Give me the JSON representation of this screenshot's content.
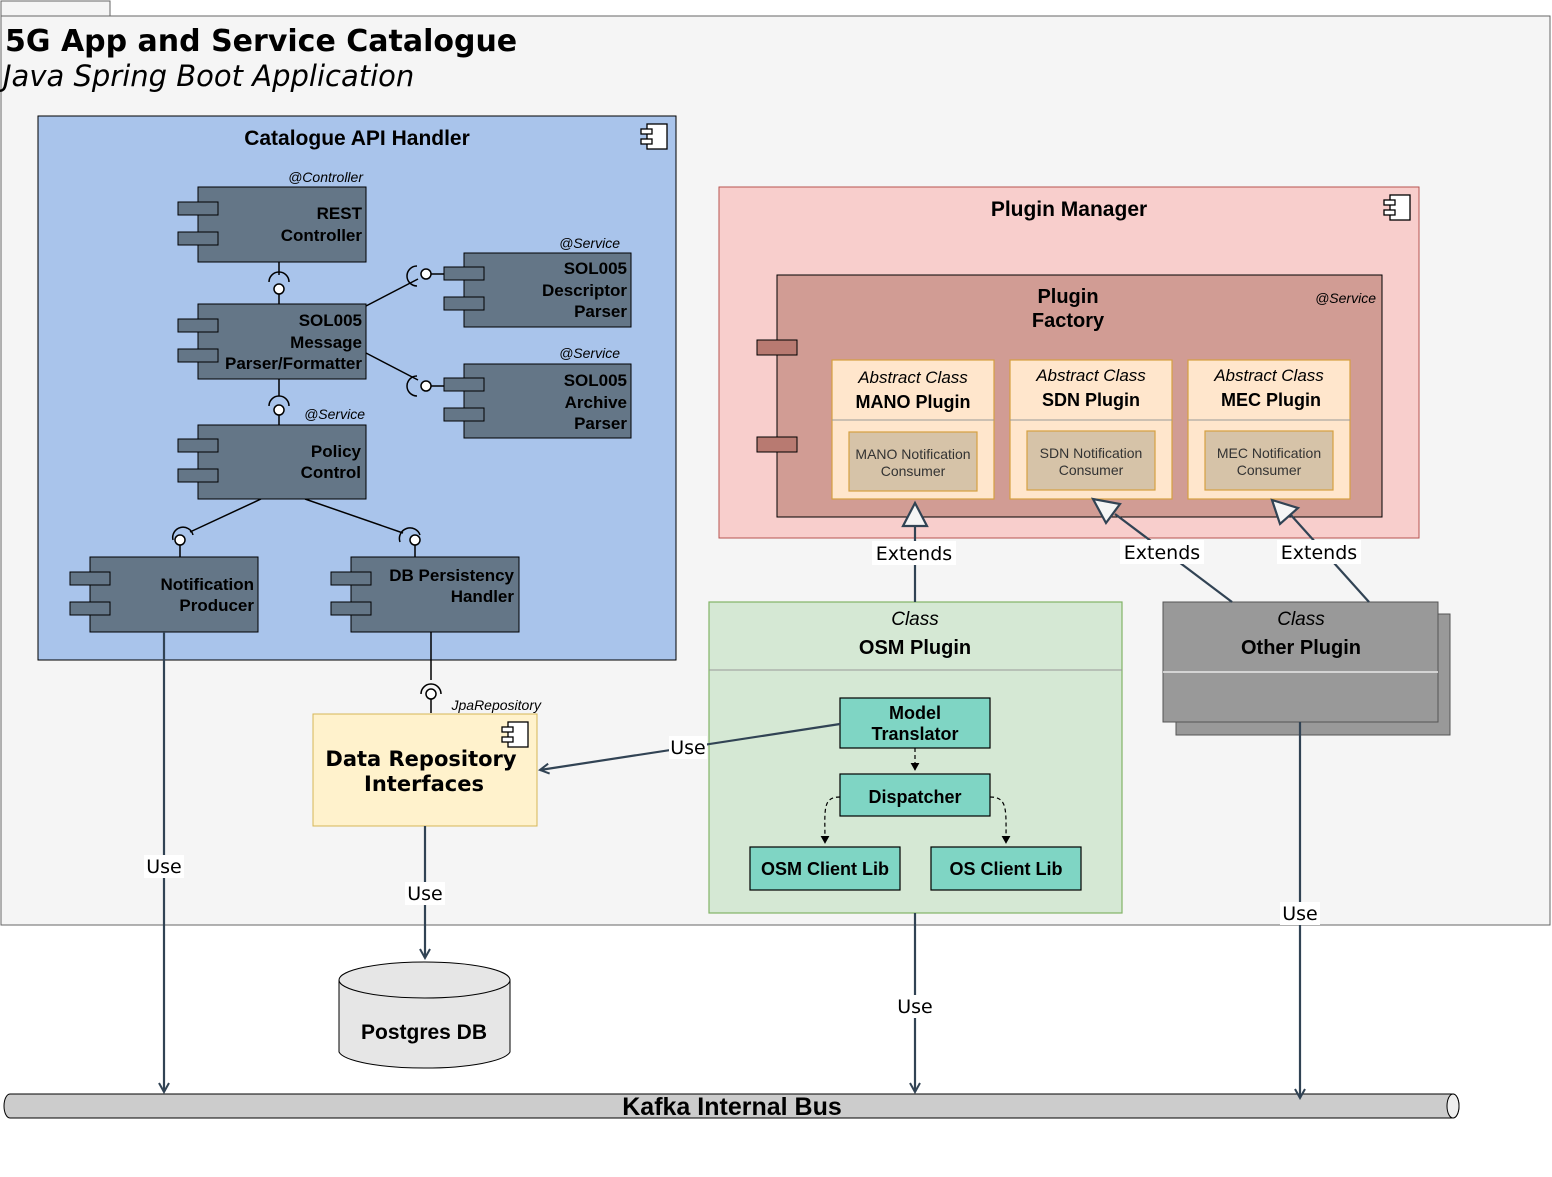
{
  "app": {
    "title": "5G App and Service Catalogue",
    "subtitle": "Java Spring Boot Application"
  },
  "api_handler": {
    "title": "Catalogue API Handler",
    "rest": {
      "stereotype": "@Controller",
      "line1": "REST",
      "line2": "Controller"
    },
    "parser": {
      "line1": "SOL005",
      "line2": "Message",
      "line3": "Parser/Formatter"
    },
    "descriptor": {
      "stereotype": "@Service",
      "line1": "SOL005",
      "line2": "Descriptor",
      "line3": "Parser"
    },
    "archive": {
      "stereotype": "@Service",
      "line1": "SOL005",
      "line2": "Archive",
      "line3": "Parser"
    },
    "policy": {
      "stereotype": "@Service",
      "line1": "Policy",
      "line2": "Control"
    },
    "notification": {
      "line1": "Notification",
      "line2": "Producer"
    },
    "db_handler": {
      "line1": "DB Persistency",
      "line2": "Handler"
    }
  },
  "plugin_manager": {
    "title": "Plugin Manager",
    "factory": {
      "line1": "Plugin",
      "line2": "Factory",
      "stereotype": "@Service"
    },
    "mano": {
      "kind": "Abstract Class",
      "name": "MANO Plugin",
      "consumer1": "MANO Notification",
      "consumer2": "Consumer"
    },
    "sdn": {
      "kind": "Abstract Class",
      "name": "SDN Plugin",
      "consumer1": "SDN Notification",
      "consumer2": "Consumer"
    },
    "mec": {
      "kind": "Abstract Class",
      "name": "MEC Plugin",
      "consumer1": "MEC Notification",
      "consumer2": "Consumer"
    }
  },
  "osm_plugin": {
    "kind": "Class",
    "name": "OSM Plugin",
    "model_translator1": "Model",
    "model_translator2": "Translator",
    "dispatcher": "Dispatcher",
    "osm_client": "OSM Client Lib",
    "os_client": "OS Client Lib"
  },
  "other_plugin": {
    "kind": "Class",
    "name": "Other Plugin"
  },
  "data_repo": {
    "stereotype": "JpaRepository",
    "line1": "Data Repository",
    "line2": "Interfaces"
  },
  "postgres": {
    "label": "Postgres DB"
  },
  "kafka": {
    "label": "Kafka Internal Bus"
  },
  "edges": {
    "extends_mano": "Extends",
    "extends_sdn": "Extends",
    "extends_mec": "Extends",
    "use_repo": "Use",
    "use_notif": "Use",
    "use_db": "Use",
    "use_osm": "Use",
    "use_other": "Use"
  },
  "colors": {
    "container_bg": "#f5f5f5",
    "api_bg": "#a9c4eb",
    "component_fill": "#647687",
    "plugin_mgr_bg": "#f8cecc",
    "factory_fill": "#d19c94",
    "abstract_fill": "#ffe6cc",
    "consumer_fill": "#d6c3a8",
    "osm_bg": "#d5e8d4",
    "teal": "#7fd5c4",
    "other_fill": "#999999",
    "repo_fill": "#fff2cc",
    "edge": "#314354"
  }
}
